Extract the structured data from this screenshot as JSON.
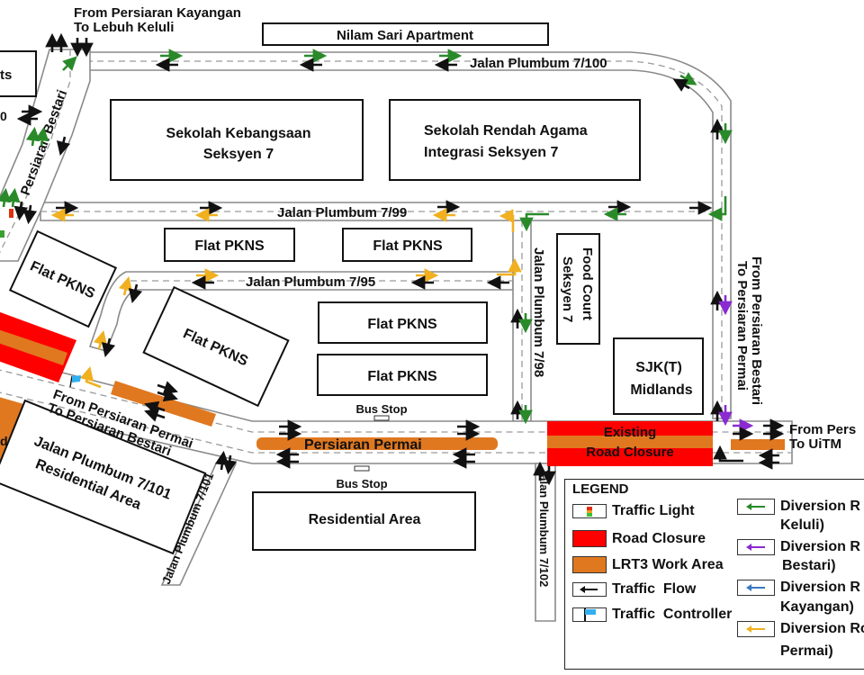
{
  "map": {
    "colors": {
      "road_closure": "#ff0000",
      "work_area": "#e07820",
      "traffic_flow": "#111111",
      "diversion_keluli": "#2a8a2a",
      "diversion_bestari": "#8a2ad0",
      "diversion_kayangan": "#3a78c0",
      "diversion_permai": "#f0b020",
      "traffic_controller": "#30b0f0"
    },
    "buildings": {
      "nilam_sari": "Nilam Sari Apartment",
      "sk_line1": "Sekolah Kebangsaan",
      "sk_line2": "Seksyen 7",
      "sra_line1": "Sekolah Rendah Agama",
      "sra_line2": "Integrasi Seksyen 7",
      "flat_pkns": "Flat PKNS",
      "food_court_line1": "Food Court",
      "food_court_line2": "Seksyen 7",
      "sjkt_line1": "SJK(T)",
      "sjkt_line2": "Midlands",
      "residential": "Residential Area",
      "res7101_line1": "Jalan Plumbum 7/101",
      "res7101_line2": "Residential Area",
      "left_cut": "ts",
      "left_cut2": "d"
    },
    "roads": {
      "jp7100": "Jalan Plumbum 7/100",
      "jp799": "Jalan Plumbum 7/99",
      "jp795": "Jalan Plumbum 7/95",
      "jp798": "Jalan Plumbum 7/98",
      "jp7101": "Jalan Plumbum 7/101",
      "jp7102": "Jalan Plumbum 7/102",
      "persiaran_bestari": "Persiaran Bestari",
      "persiaran_permai": "Persiaran Permai",
      "left_cut_road": "0"
    },
    "annotations": {
      "kayangan_line1": "From Persiaran Kayangan",
      "kayangan_line2": "To Lebuh Keluli",
      "bestari_line1": "From Persiaran Bestari",
      "bestari_line2": "To Persiaran Permai",
      "permai_line1": "From Persiaran Permai",
      "permai_line2": "To Persiaran Bestari",
      "uitm_line1": "From Pers",
      "uitm_line2": "To UiTM",
      "bus_stop_north": "Bus Stop",
      "bus_stop_south": "Bus Stop",
      "closure_line1": "Existing",
      "closure_line2": "Road Closure"
    }
  },
  "legend": {
    "title": "LEGEND",
    "items": [
      {
        "label": "Traffic Light",
        "icon": "traffic-light-icon"
      },
      {
        "label": "Road Closure",
        "icon": "road-closure-swatch"
      },
      {
        "label": "LRT3 Work Area",
        "icon": "work-area-swatch"
      },
      {
        "label": "Traffic  Flow",
        "icon": "black-arrow-icon"
      },
      {
        "label": "Traffic  Controller",
        "icon": "flag-icon"
      }
    ],
    "diversions": [
      {
        "line1": "Diversion R",
        "line2": "Keluli)",
        "icon": "green-arrow-icon"
      },
      {
        "line1": "Diversion R",
        "line2": "Bestari)",
        "icon": "purple-arrow-icon"
      },
      {
        "line1": "Diversion R",
        "line2": "Kayangan)",
        "icon": "blue-arrow-icon"
      },
      {
        "line1": "Diversion Ro",
        "line2": "Permai)",
        "icon": "yellow-arrow-icon"
      }
    ]
  }
}
